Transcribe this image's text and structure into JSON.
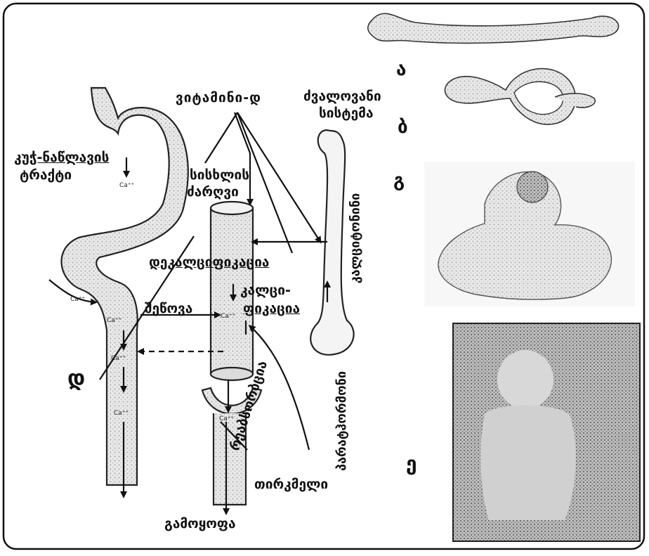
{
  "labels": {
    "vitamin_d": "ვიტამინი-დ",
    "skeletal_system_1": "ძვალოვანი",
    "skeletal_system_2": "სისტემა",
    "gi_tract_1": "კუჭ-ნაწლავის",
    "gi_tract_2": "ტრაქტი",
    "blood_plasma_1": "სისხლის",
    "blood_plasma_2": "ძარღვი",
    "decalcification": "დეკალციფიკაცია",
    "calcification_1": "კალცი-",
    "calcification_2": "ფიკაცია",
    "absorption": "შეწოვა",
    "reabsorption": "რეაბსორბცია",
    "calcitonin": "კალციტონინი",
    "parathormone": "პარატჰორმონი",
    "kidney": "თირკმელი",
    "excretion": "გამოყოფა",
    "ca_ion": "Ca⁺⁺"
  },
  "panels": {
    "a": "ა",
    "b": "ბ",
    "g": "გ",
    "d": "დ",
    "e": "ე"
  }
}
